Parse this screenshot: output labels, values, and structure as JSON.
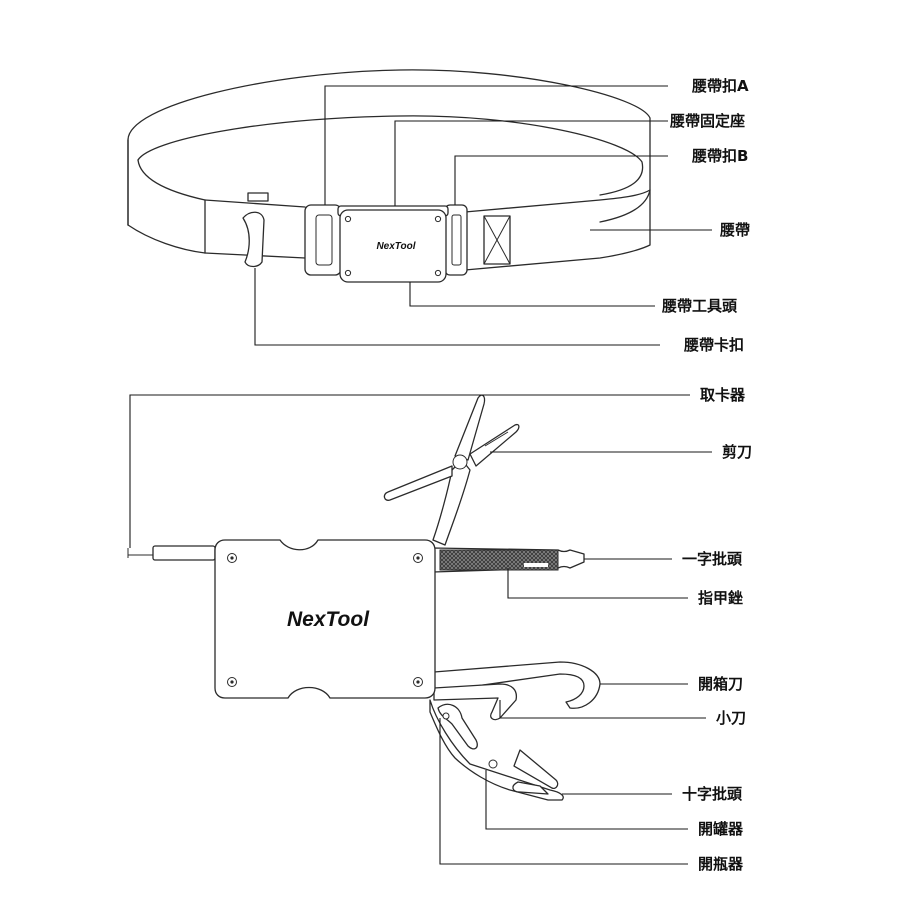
{
  "brand": {
    "logo_small": "NexTool",
    "logo_large": "NexTool"
  },
  "belt_labels": [
    {
      "id": "buckle-a",
      "text": "腰帶扣A"
    },
    {
      "id": "mount",
      "text": "腰帶固定座"
    },
    {
      "id": "buckle-b",
      "text": "腰帶扣B"
    },
    {
      "id": "strap",
      "text": "腰帶"
    },
    {
      "id": "tool-head",
      "text": "腰帶工具頭"
    },
    {
      "id": "belt-clip",
      "text": "腰帶卡扣"
    }
  ],
  "tool_labels": [
    {
      "id": "card-puller",
      "text": "取卡器"
    },
    {
      "id": "scissors",
      "text": "剪刀"
    },
    {
      "id": "flat-bit",
      "text": "一字批頭"
    },
    {
      "id": "nail-file",
      "text": "指甲銼"
    },
    {
      "id": "box-cutter",
      "text": "開箱刀"
    },
    {
      "id": "small-knife",
      "text": "小刀"
    },
    {
      "id": "phillips-bit",
      "text": "十字批頭"
    },
    {
      "id": "can-opener",
      "text": "開罐器"
    },
    {
      "id": "bottle-opener",
      "text": "開瓶器"
    }
  ]
}
